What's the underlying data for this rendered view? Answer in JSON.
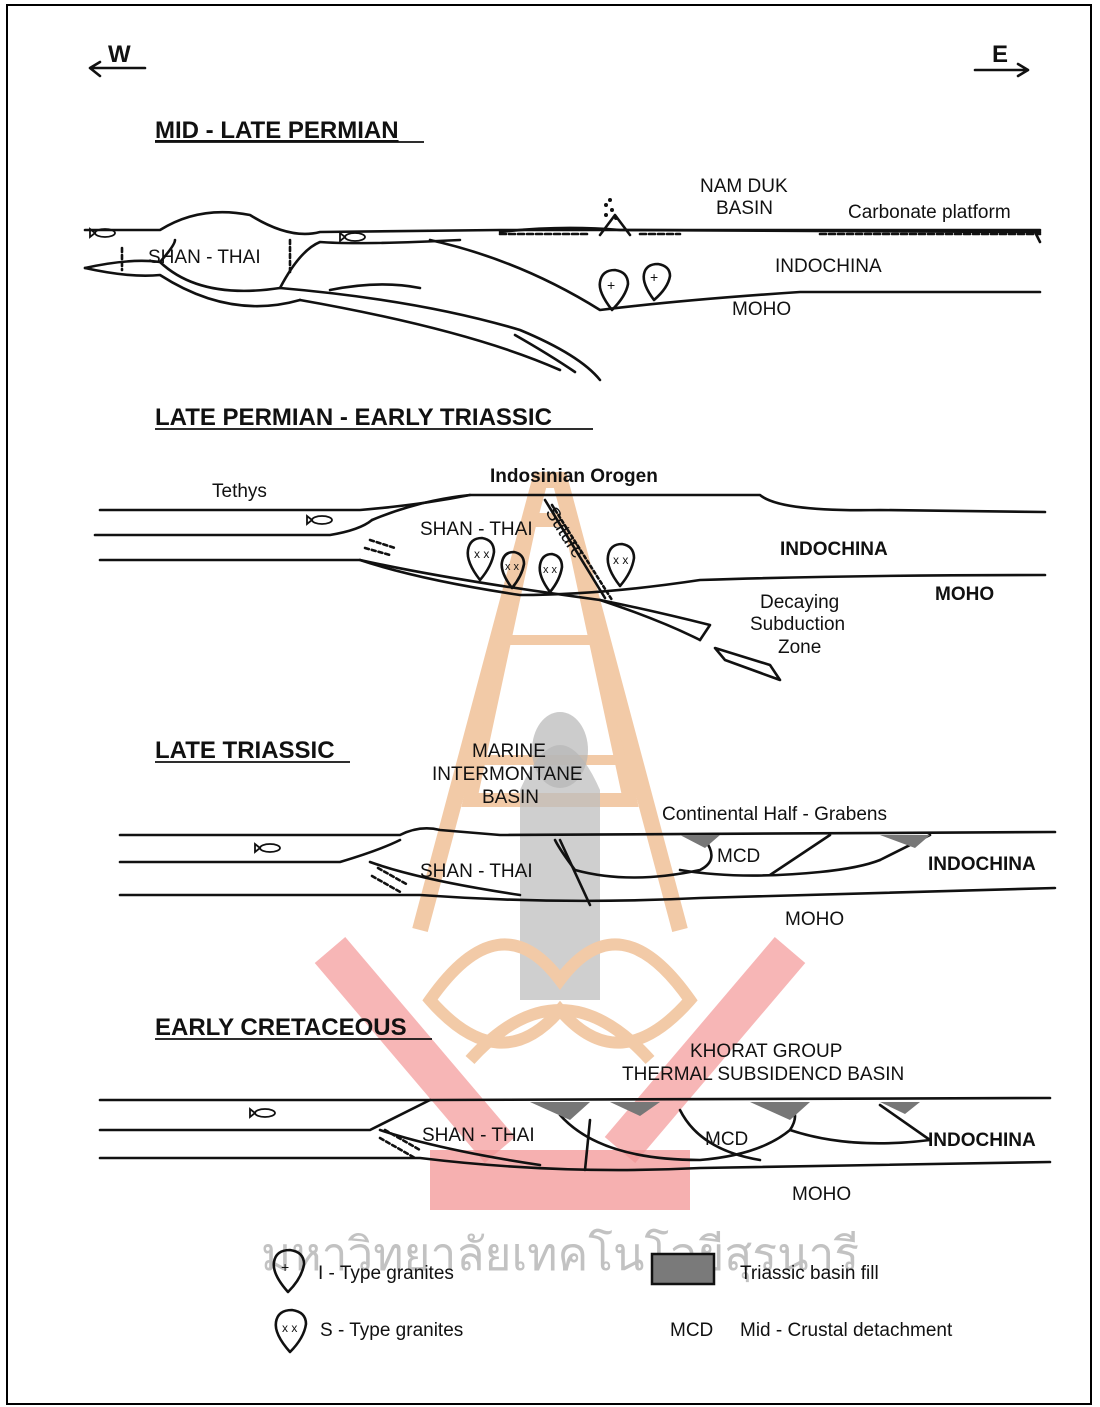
{
  "direction": {
    "west": "W",
    "east": "E"
  },
  "panels": [
    {
      "title": "MID - LATE PERMIAN",
      "labels": {
        "shan_thai": "SHAN - THAI",
        "nam_duk_line1": "NAM DUK",
        "nam_duk_line2": "BASIN",
        "carbonate": "Carbonate platform",
        "indochina": "INDOCHINA",
        "moho": "MOHO"
      }
    },
    {
      "title": "LATE PERMIAN - EARLY TRIASSIC",
      "labels": {
        "tethys": "Tethys",
        "orogen": "Indosinian Orogen",
        "shan_thai": "SHAN - THAI",
        "suture": "Suture",
        "indochina": "INDOCHINA",
        "moho": "MOHO",
        "decaying_line1": "Decaying",
        "decaying_line2": "Subduction",
        "decaying_line3": "Zone"
      }
    },
    {
      "title": "LATE TRIASSIC",
      "labels": {
        "marine_line1": "MARINE",
        "marine_line2": "INTERMONTANE",
        "marine_line3": "BASIN",
        "grabens": "Continental Half - Grabens",
        "mcd": "MCD",
        "shan_thai": "SHAN - THAI",
        "indochina": "INDOCHINA",
        "moho": "MOHO"
      }
    },
    {
      "title": "EARLY CRETACEOUS",
      "labels": {
        "khorat_line1": "KHORAT GROUP",
        "khorat_line2": "THERMAL SUBSIDENCD BASIN",
        "shan_thai": "SHAN - THAI",
        "mcd": "MCD",
        "indochina": "INDOCHINA",
        "moho": "MOHO"
      }
    }
  ],
  "legend": {
    "i_type": "I - Type granites",
    "s_type": "S - Type granites",
    "triassic_fill": "Triassic basin fill",
    "mcd_abbr": "MCD",
    "mcd_def": "Mid - Crustal detachment"
  },
  "watermark": {
    "text": "มหาวิทยาลัยเทคโนโลยีสุรนารี",
    "colors": {
      "orange": "#e8a060",
      "red": "#e84040",
      "gray": "#9a9a9a"
    }
  }
}
